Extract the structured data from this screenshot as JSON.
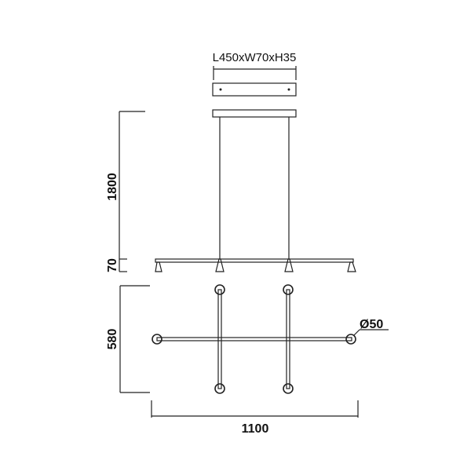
{
  "drawing": {
    "canopy_size_label": "L450xW70xH35",
    "dimensions": {
      "drop_height": "1800",
      "fixture_height": "70",
      "fixture_depth": "580",
      "fixture_length": "1100",
      "head_diameter": "Ø50"
    },
    "line_color": "#222222",
    "background_color": "#ffffff"
  }
}
